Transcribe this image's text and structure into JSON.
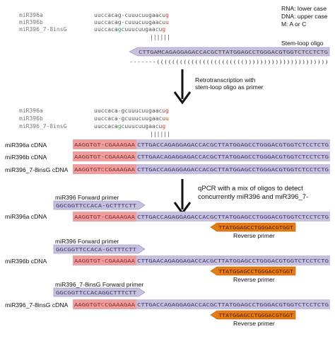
{
  "legend": {
    "line1": "RNA: lower case",
    "line2": "DNA: upper case",
    "line3": "M: A or C"
  },
  "colors": {
    "purple": "#c7c1df",
    "purple_stroke": "#8f85bd",
    "pink": "#ef9d9d",
    "orange": "#e87a12",
    "orange_stroke": "#b25a08",
    "red_letter": "#e5352b",
    "green_letter": "#2aa34a",
    "grey_text": "#777777",
    "dark_text": "#555555",
    "black": "#111111"
  },
  "section1": {
    "names": [
      "miR396a",
      "miR396b",
      "miR396_7-8insG"
    ],
    "seqs": [
      {
        "pre": "",
        "mid": "",
        "main": "uuccacag-cuuucuugaacu",
        "end": "g"
      },
      {
        "pre": "",
        "mid": "",
        "main": "uuccacag-cuuucuugaacu",
        "end": "u"
      },
      {
        "pre": "uuccaca",
        "mid": "g",
        "main": "cuuucuugaacu",
        "end": "g"
      }
    ],
    "ticks": "||||||",
    "oligo_label": "Stem-loop oligo",
    "oligo_seq": "CTTGAMCAGAGGAGACCACGCTTATGGAGCCTGGGACGTGGTCTCCTCTG",
    "oligo_struct": "-------((((((((((((((((((((((())))))))))))))))))))))"
  },
  "step1": {
    "line1": "Retrotranscription with",
    "line2": "stem-loop oligo as primer"
  },
  "section2": {
    "names": [
      "miR396a",
      "miR396b",
      "miR396_7-8insG"
    ],
    "seqs": [
      {
        "pre": "",
        "mid": "",
        "main": "uuccaca-gcuuucuugaacu",
        "end": "g"
      },
      {
        "pre": "",
        "mid": "",
        "main": "uuccaca-gcuuucuugaacu",
        "end": "u"
      },
      {
        "pre": "uuccaca",
        "mid": "g",
        "main": "cuuucuugaacu",
        "end": "g"
      }
    ],
    "ticks": "||||||",
    "cdna": [
      {
        "label": "miR396a cDNA",
        "pink_a": "AAGGTGT-CGAAAGAA",
        "pink_b": "",
        "pink_c": "",
        "purple": "CTTGACCAGAGGAGACCACGCTTATGGAGCCTGGGACGTGGTCTCCTCTG"
      },
      {
        "label": "miR396b cDNA",
        "pink_a": "AAGGTGT-CGAAAGAA",
        "pink_b": "",
        "pink_c": "",
        "purple": "CTTGAACAGAGGAGACCACGCTTATGGAGCCTGGGACGTGGTCTCCTCTG"
      },
      {
        "label": "miR396_7-8insG cDNA",
        "pink_a": "AAGGTGT",
        "pink_b": "C",
        "pink_c": "CGAAAGAA",
        "purple": "CTTGACCAGAGGAGACCACGCTTATGGAGCCTGGGACGTGGTCTCCTCTG"
      }
    ]
  },
  "step2": {
    "line1": "qPCR with a mix of oligos to detect",
    "line2": "concurrently miR396 and miR396_7-"
  },
  "section3": {
    "groups": [
      {
        "fwd_label": "miR396 Forward primer",
        "fwd_seq": "GGCGGTTCCACA-GCTTTCTT",
        "cdna_label": "miR396a cDNA",
        "pink_a": "AAGGTGT-CGAAAGAA",
        "pink_b": "",
        "pink_c": "",
        "purple": "CTTGACCAGAGGAGACCACGCTTATGGAGCCTGGGACGTGGTCTCCTCTG",
        "rev_seq": "TTATGGAGCCTGGGACGTGGT",
        "rev_label": "Reverse primer"
      },
      {
        "fwd_label": "miR396 Forward primer",
        "fwd_seq": "GGCGGTTCCACA-GCTTTCTT",
        "cdna_label": "miR396b cDNA",
        "pink_a": "AAGGTGT-CGAAAGAA",
        "pink_b": "",
        "pink_c": "",
        "purple": "CTTGAACAGAGGAGACCACGCTTATGGAGCCTGGGACGTGGTCTCCTCTG",
        "rev_seq": "TTATGGAGCCTGGGACGTGGT",
        "rev_label": "Reverse primer"
      },
      {
        "fwd_label": "miR396_7-8insG Forward primer",
        "fwd_seq": "GGCGGTTCCACAGGCTTTCTT",
        "cdna_label": "miR396_7-8insG cDNA",
        "pink_a": "AAGGTGT",
        "pink_b": "C",
        "pink_c": "CGAAAGAA",
        "purple": "CTTGACCAGAGGAGACCACGCTTATGGAGCCTGGGACGTGGTCTCCTCTG",
        "rev_seq": "TTATGGAGCCTGGGACGTGGT",
        "rev_label": "Reverse primer"
      }
    ]
  }
}
